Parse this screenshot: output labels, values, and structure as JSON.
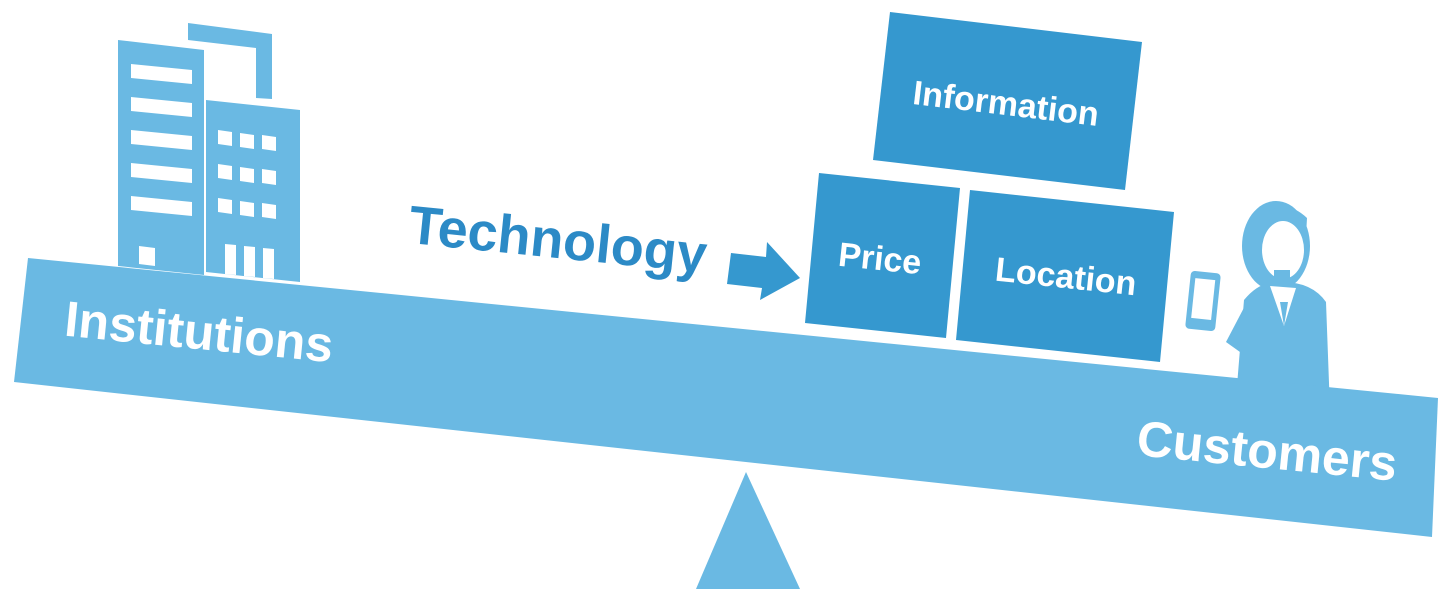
{
  "labels": {
    "institutions": "Institutions",
    "customers": "Customers",
    "technology": "Technology",
    "price": "Price",
    "location": "Location",
    "information": "Information"
  },
  "icons": {
    "building": "office-building-icon",
    "person": "person-with-phone-icon",
    "arrow": "right-arrow-icon"
  },
  "colors": {
    "beam": "#6ab9e3",
    "box": "#3598cf",
    "text_dark": "#2c8ac6",
    "text_light": "#ffffff",
    "background": "#ffffff"
  }
}
